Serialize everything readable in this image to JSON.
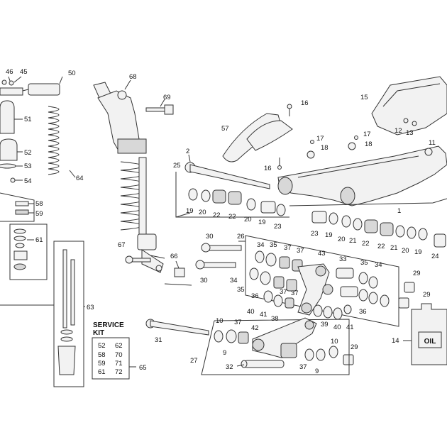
{
  "service_kit": {
    "title_line1": "SERVICE",
    "title_line2": "KIT",
    "rows": [
      [
        "52",
        "62"
      ],
      [
        "58",
        "70"
      ],
      [
        "59",
        "71"
      ],
      [
        "61",
        "72"
      ]
    ],
    "ref": "65"
  },
  "oil_label": "OIL",
  "callouts": {
    "c46": "46",
    "c45": "45",
    "c50": "50",
    "c68": "68",
    "c69": "69",
    "c16a": "16",
    "c15": "15",
    "c51": "51",
    "c57": "57",
    "c12": "12",
    "c13": "13",
    "c17a": "17",
    "c17b": "17",
    "c18a": "18",
    "c18b": "18",
    "c16b": "16",
    "c11": "11",
    "c52": "52",
    "c53": "53",
    "c54": "54",
    "c64": "64",
    "c2": "2",
    "c25": "25",
    "c58": "58",
    "c59": "59",
    "c61": "61",
    "c1": "1",
    "r1_19": "19",
    "r1_20": "20",
    "r1_22a": "22",
    "r1_22b": "22",
    "r1_20b": "20",
    "r1_19b": "19",
    "r1_23": "23",
    "r2_23": "23",
    "r2_19": "19",
    "r2_20": "20",
    "r2_21": "21",
    "r2_22a": "22",
    "r2_22b": "22",
    "r2_21b": "21",
    "r2_20b": "20",
    "r2_19b": "19",
    "r2_24": "24",
    "c30a": "30",
    "c26": "26",
    "c67": "67",
    "c66": "66",
    "c34a": "34",
    "c35a": "35",
    "c37a": "37",
    "c37b": "37",
    "c43": "43",
    "c33": "33",
    "c35b": "35",
    "c34b": "34",
    "c30b": "30",
    "c34c": "34",
    "c35c": "35",
    "c36a": "36",
    "c37c": "37",
    "c37d": "37",
    "c38": "38",
    "c40a": "40",
    "c41": "41",
    "c29a": "29",
    "c29b": "29",
    "c36b": "36",
    "c39": "39",
    "c40b": "40",
    "c41b": "41",
    "c63": "63",
    "c10a": "10",
    "c37e": "37",
    "c42": "42",
    "c31": "31",
    "c9a": "9",
    "c14": "14",
    "c10b": "10",
    "c29c": "29",
    "c27": "27",
    "c32": "32",
    "c37f": "37",
    "c9b": "9"
  }
}
